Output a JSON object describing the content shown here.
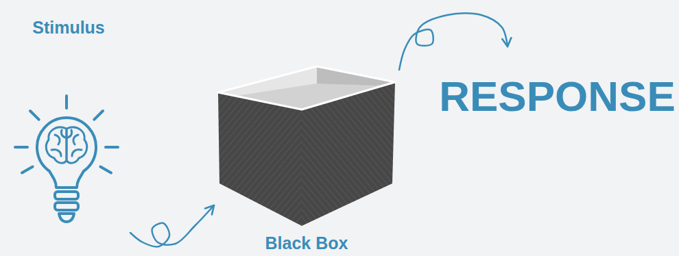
{
  "diagram": {
    "nodes": [
      {
        "text": [
          "Stimulus"
        ]
      },
      {
        "text": [
          "Black Box"
        ]
      },
      {
        "text": [
          "RESPONSE"
        ]
      }
    ],
    "edges": [
      {
        "from": 0,
        "to": 1,
        "arrow": "to"
      },
      {
        "from": 1,
        "to": 2,
        "arrow": "to"
      }
    ]
  }
}
